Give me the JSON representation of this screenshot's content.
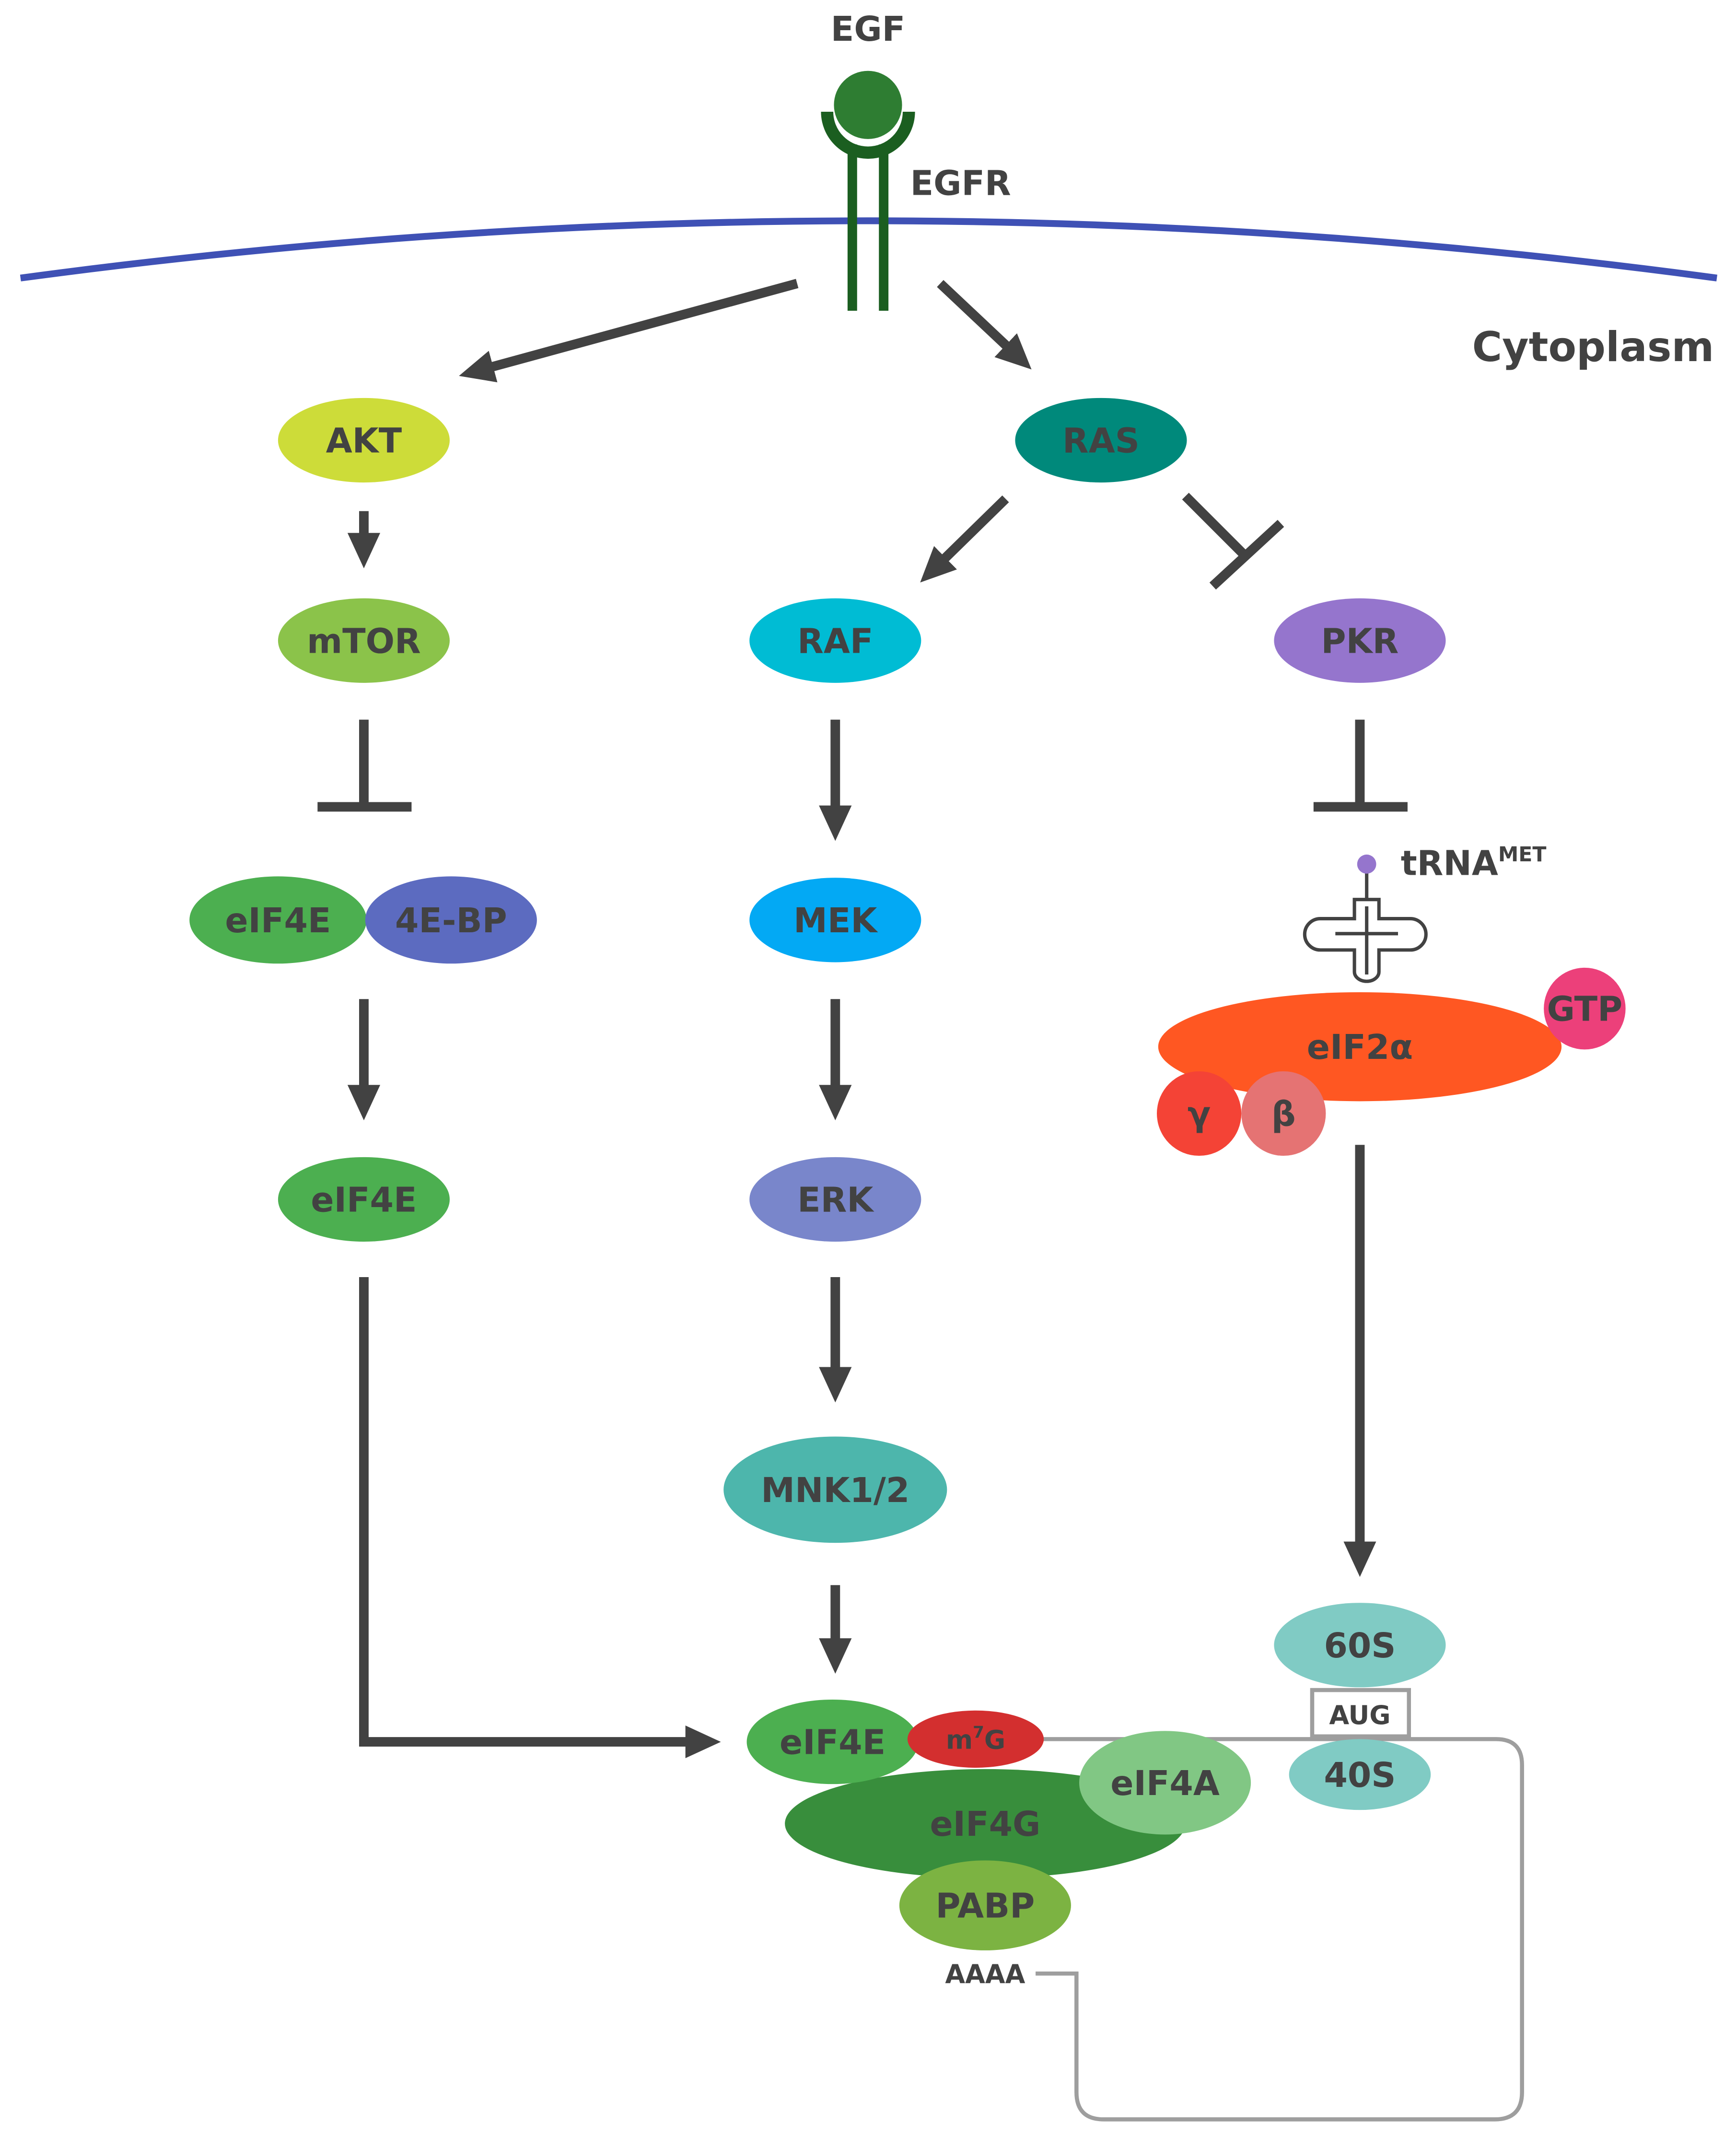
{
  "labels": {
    "egf": "EGF",
    "egfr": "EGFR",
    "cytoplasm": "Cytoplasm",
    "trna": "tRNA",
    "trna_sup": "MET",
    "aug": "AUG",
    "aaaa": "AAAA"
  },
  "nodes": {
    "akt": "AKT",
    "mtor": "mTOR",
    "eif4e_complex": "eIF4E",
    "bp4e": "4E-BP",
    "eif4e_free": "eIF4E",
    "ras": "RAS",
    "raf": "RAF",
    "mek": "MEK",
    "erk": "ERK",
    "mnk": "MNK1/2",
    "pkr": "PKR",
    "eif2a": "eIF2α",
    "gtp": "GTP",
    "gamma": "γ",
    "beta": "β",
    "s60": "60S",
    "s40": "40S",
    "eif4e_cap": "eIF4E",
    "m7g": "m",
    "m7g_sup": "7",
    "m7g_tail": "G",
    "eif4g": "eIF4G",
    "eif4a": "eIF4A",
    "pabp": "PABP"
  },
  "colors": {
    "membrane": "#3F51B5",
    "receptor": "#1B5E20",
    "egf": "#2E7D32",
    "arrow": "#424242",
    "akt": "#CDDC39",
    "mtor": "#8BC34A",
    "eif4e": "#4CAF50",
    "bp4e": "#5C6BC0",
    "ras": "#00897B",
    "raf": "#00BCD4",
    "mek": "#03A9F4",
    "erk": "#7986CB",
    "mnk": "#4DB6AC",
    "pkr": "#9575CD",
    "eif2a": "#FF5722",
    "gtp": "#EC407A",
    "gamma": "#F44336",
    "beta": "#E57373",
    "s60": "#80CBC4",
    "s40": "#80CBC4",
    "m7g": "#D32F2F",
    "eif4g": "#388E3C",
    "eif4a": "#81C784",
    "pabp": "#7CB342",
    "mrna": "#9E9E9E",
    "trna": "#424242",
    "trna_dot": "#9575CD"
  }
}
